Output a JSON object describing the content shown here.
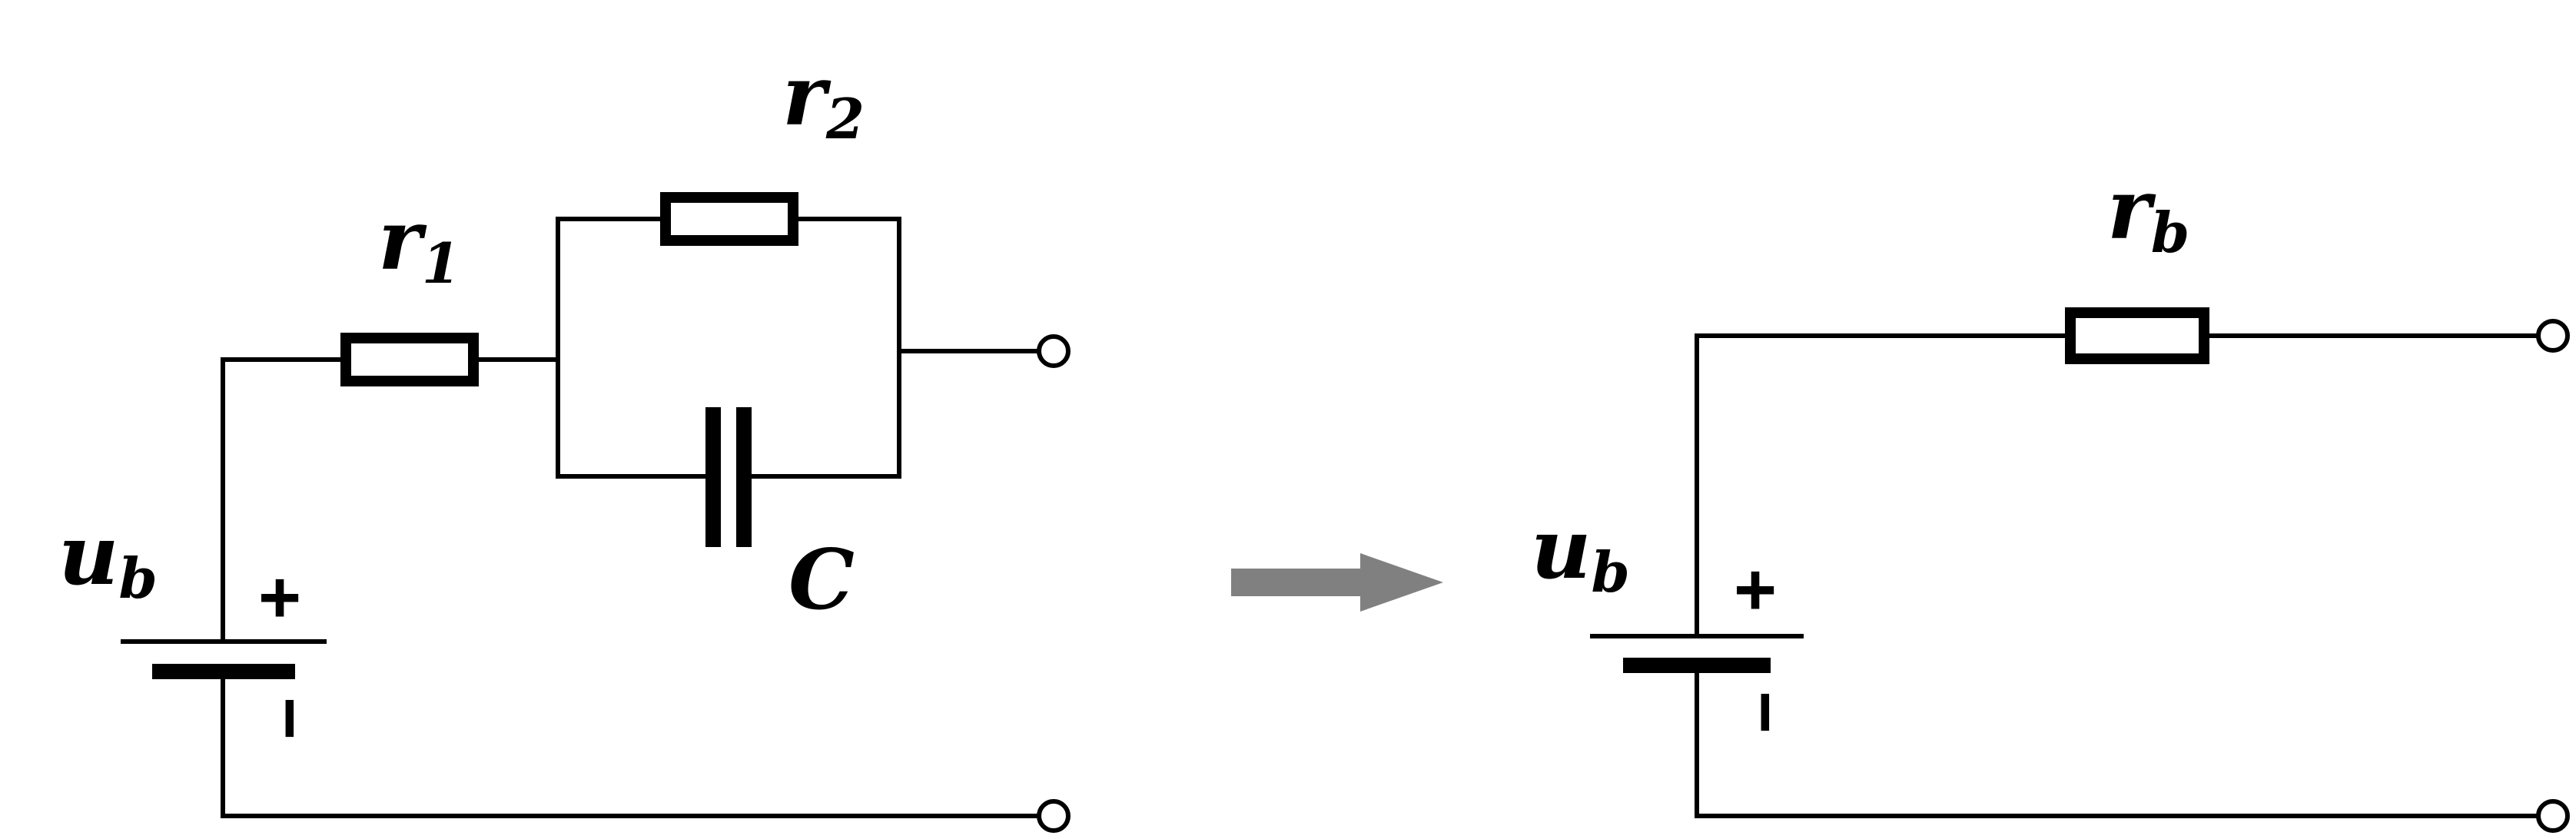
{
  "left_circuit": {
    "r1": {
      "symbol": "r",
      "subscript": "1"
    },
    "r2": {
      "symbol": "r",
      "subscript": "2"
    },
    "capacitor": {
      "symbol": "C"
    },
    "source": {
      "symbol": "u",
      "subscript": "b",
      "plus": "+",
      "minus": "−"
    }
  },
  "right_circuit": {
    "rb": {
      "symbol": "r",
      "subscript": "b"
    },
    "source": {
      "symbol": "u",
      "subscript": "b",
      "plus": "+",
      "minus": "−"
    }
  },
  "arrow": {
    "color": "#808080"
  }
}
